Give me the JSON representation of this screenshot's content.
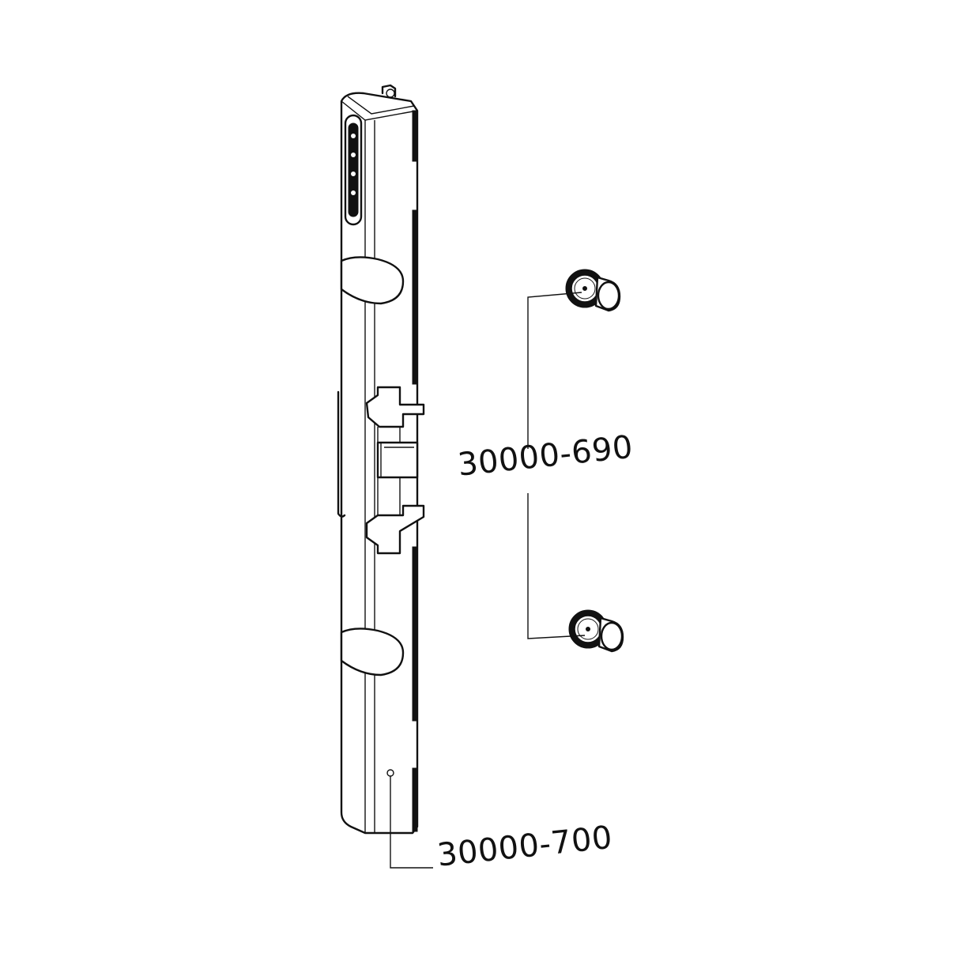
{
  "parts": {
    "cap_part_number": "30000-690",
    "rail_part_number": "30000-700"
  },
  "icons": {
    "rail": "vertical-rail-part",
    "cap": "end-cap-plug"
  },
  "colors": {
    "line": "#111111",
    "background": "#ffffff"
  }
}
